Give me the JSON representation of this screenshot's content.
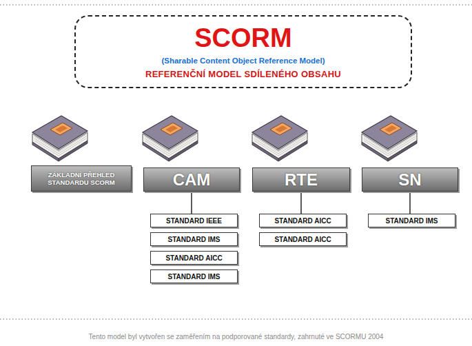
{
  "diagram": {
    "caption": "Tento model byl vytvořen se zaměřením na podporované standardy, zahrnuté ve SCORMU 2004",
    "nodes": [
      {
        "text": [
          "SCORM",
          "(Sharable Content Object Reference Model)",
          "REFERENČNÍ MODEL SDÍLENÉHO OBSAHU"
        ]
      },
      {
        "text": [
          "ZÁKLADNÍ PŘEHLED STANDARDU SCORM"
        ]
      },
      {
        "text": [
          "CAM"
        ]
      },
      {
        "text": [
          "RTE"
        ]
      },
      {
        "text": [
          "SN"
        ]
      },
      {
        "text": [
          "STANDARD IEEE"
        ]
      },
      {
        "text": [
          "STANDARD IMS"
        ]
      },
      {
        "text": [
          "STANDARD AICC"
        ]
      },
      {
        "text": [
          "STANDARD IMS"
        ]
      },
      {
        "text": [
          "STANDARD AICC"
        ]
      },
      {
        "text": [
          "STANDARD AICC"
        ]
      },
      {
        "text": [
          "STANDARD IMS"
        ]
      }
    ],
    "edges": [
      {
        "from": 2,
        "to": 5,
        "arrow": "none"
      },
      {
        "from": 3,
        "to": 9,
        "arrow": "none"
      },
      {
        "from": 4,
        "to": 11,
        "arrow": "none"
      }
    ]
  }
}
